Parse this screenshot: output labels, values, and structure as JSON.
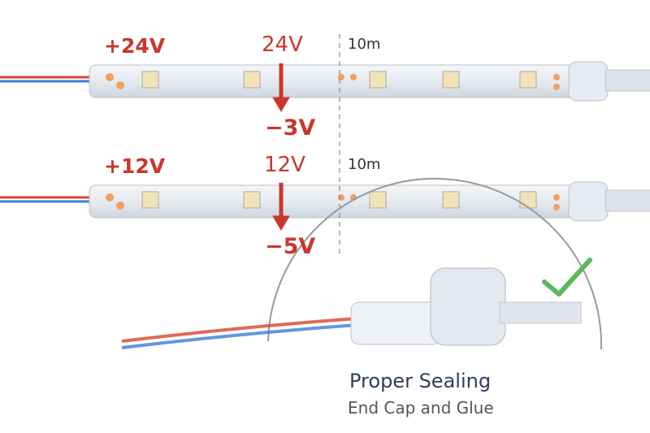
{
  "strips": [
    {
      "input_voltage": "+24V",
      "rated_voltage": "24V",
      "length": "10m",
      "voltage_drop": "−3V"
    },
    {
      "input_voltage": "+12V",
      "rated_voltage": "12V",
      "length": "10m",
      "voltage_drop": "−5V"
    }
  ],
  "callout": {
    "title": "Proper Sealing",
    "subtitle": "End Cap and Glue",
    "icon": "check-icon"
  },
  "colors": {
    "accent_red": "#c8372d",
    "check_green": "#5cb85c",
    "title_navy": "#2f3d5c"
  }
}
